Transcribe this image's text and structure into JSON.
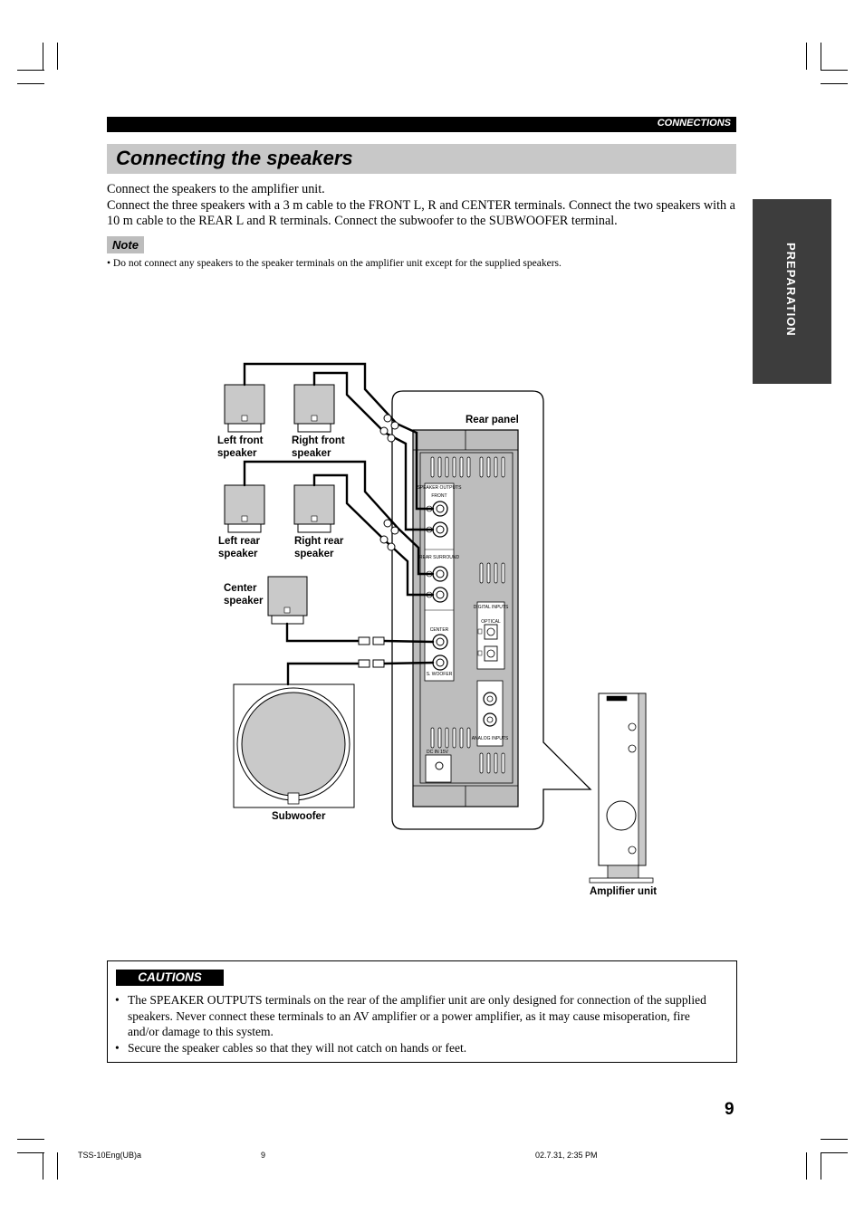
{
  "header": {
    "section": "CONNECTIONS"
  },
  "title": "Connecting the speakers",
  "intro": {
    "line1": "Connect the speakers to the amplifier unit.",
    "line2": "Connect the three speakers with a 3 m cable to the FRONT L, R and CENTER terminals. Connect the two speakers with a 10 m cable to the REAR L and R terminals. Connect the subwoofer to the SUBWOOFER terminal."
  },
  "note": {
    "label": "Note",
    "text": "• Do not connect any speakers to the speaker terminals on the amplifier unit except for the supplied speakers."
  },
  "side_tab": "PREPARATION",
  "diagram": {
    "labels": {
      "left_front": "Left front speaker",
      "right_front": "Right front speaker",
      "left_rear": "Left rear speaker",
      "right_rear": "Right rear speaker",
      "center": "Center speaker",
      "subwoofer": "Subwoofer",
      "rear_panel": "Rear panel",
      "amplifier_unit": "Amplifier unit"
    },
    "panel_text": {
      "speaker_outputs": "SPEAKER OUTPUTS",
      "front": "FRONT",
      "rear_surround": "REAR SURROUND",
      "center": "CENTER",
      "s_woofer": "S. WOOFER",
      "digital_inputs": "DIGITAL INPUTS",
      "optical": "OPTICAL",
      "analog_inputs": "ANALOG INPUTS",
      "dc_in": "DC IN 15V"
    }
  },
  "cautions": {
    "label": "CAUTIONS",
    "items": [
      "The SPEAKER OUTPUTS terminals on the rear of the amplifier unit are only designed for connection of the supplied speakers. Never connect these terminals to an AV amplifier or a power amplifier, as it may cause misoperation, fire and/or damage to this system.",
      "Secure the speaker cables so that they will not catch on hands or feet."
    ]
  },
  "page_number": "9",
  "footer": {
    "file": "TSS-10Eng(UB)a",
    "page": "9",
    "date": "02.7.31, 2:35 PM"
  }
}
